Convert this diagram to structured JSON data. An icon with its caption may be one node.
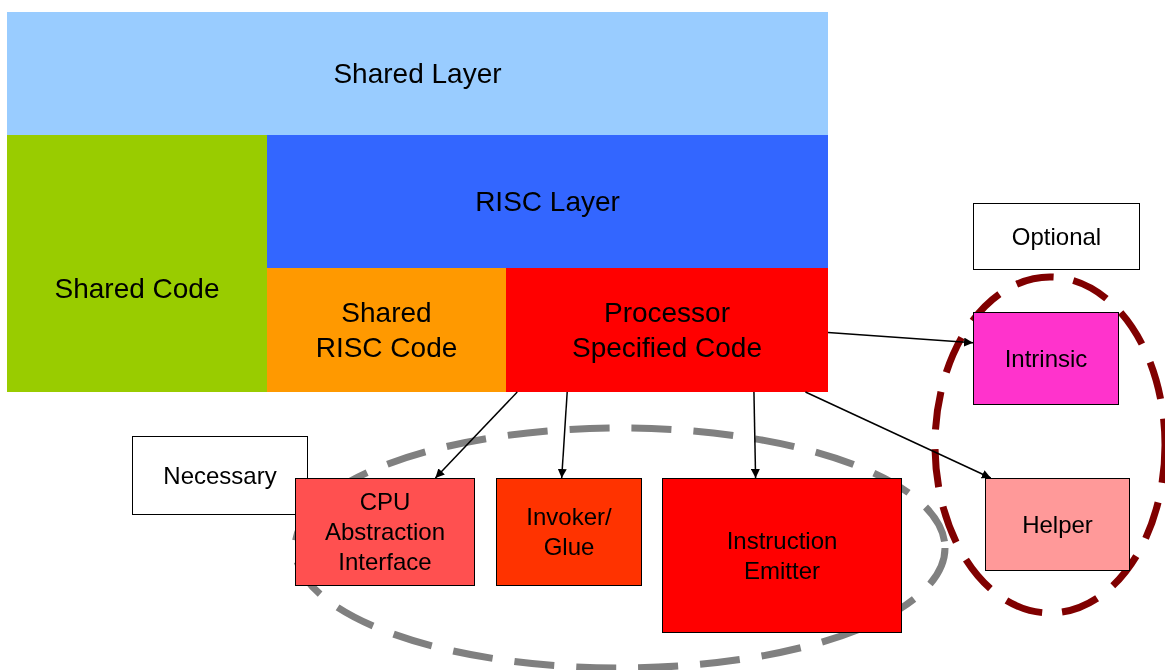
{
  "diagram": {
    "nodes": [
      {
        "text": [
          "Shared Layer"
        ]
      },
      {
        "text": [
          "Shared Code"
        ]
      },
      {
        "text": [
          "RISC Layer"
        ]
      },
      {
        "text": [
          "Shared RISC Code"
        ]
      },
      {
        "text": [
          "Processor Specified Code"
        ]
      },
      {
        "text": [
          "Optional"
        ]
      },
      {
        "text": [
          "Intrinsic"
        ]
      },
      {
        "text": [
          "Necessary"
        ]
      },
      {
        "text": [
          "CPU Abstraction Interface"
        ]
      },
      {
        "text": [
          "Invoker/ Glue"
        ]
      },
      {
        "text": [
          "Instruction Emitter"
        ]
      },
      {
        "text": [
          "Helper"
        ]
      }
    ],
    "edges": [
      {
        "from": 4,
        "to": 6,
        "arrow": "to"
      },
      {
        "from": 4,
        "to": 8,
        "arrow": "to"
      },
      {
        "from": 4,
        "to": 9,
        "arrow": "to"
      },
      {
        "from": 4,
        "to": 10,
        "arrow": "to"
      },
      {
        "from": 4,
        "to": 11,
        "arrow": "to"
      }
    ]
  }
}
